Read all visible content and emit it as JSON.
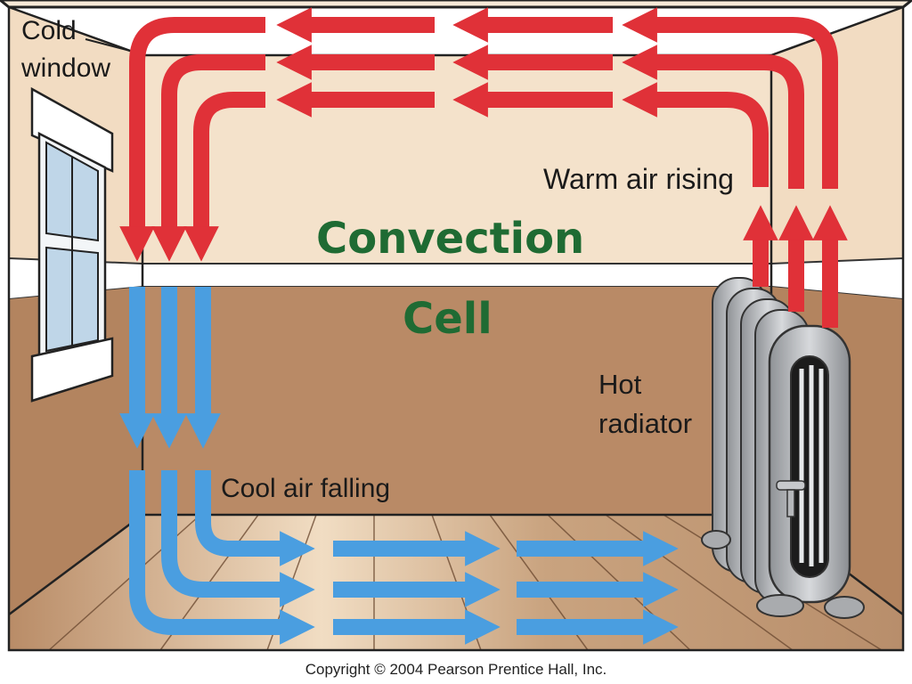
{
  "labels": {
    "cold_window": [
      "Cold",
      "window"
    ],
    "warm_air_rising": "Warm air rising",
    "title_line1": "Convection",
    "title_line2": "Cell",
    "hot_radiator": [
      "Hot",
      "radiator"
    ],
    "cool_air_falling": "Cool air falling",
    "copyright": "Copyright © 2004 Pearson Prentice Hall, Inc."
  },
  "colors": {
    "warm_arrow": "#e03138",
    "cool_arrow": "#4a9ee0",
    "upper_wall": "#f4e2cb",
    "lower_wall": "#b98a66",
    "floor": "#caa583",
    "title_green": "#1f6b33",
    "radiator": "#aeb0b3"
  }
}
